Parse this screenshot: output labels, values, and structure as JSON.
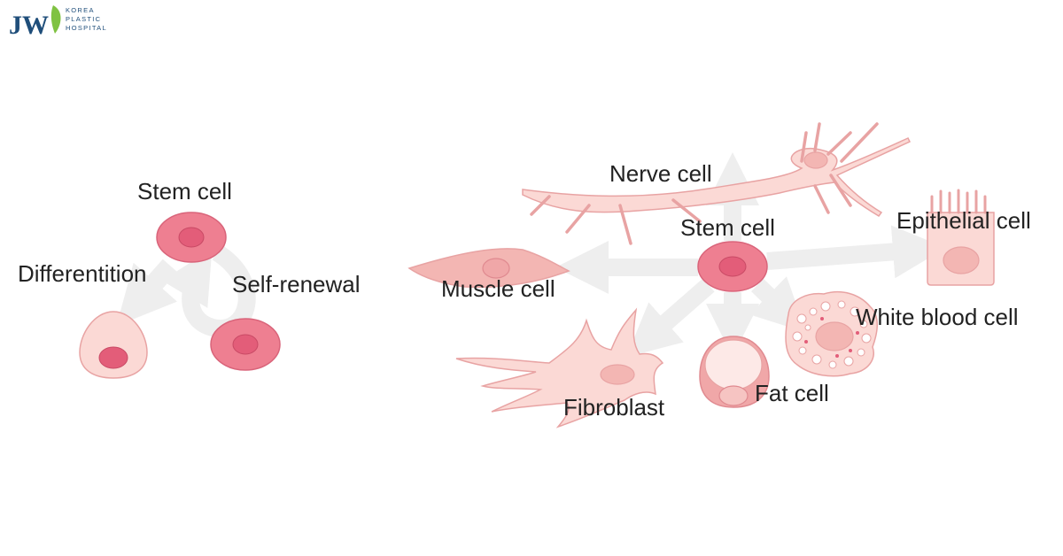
{
  "logo": {
    "mark": "JW",
    "lines": [
      "KOREA",
      "PLASTIC",
      "HOSPITAL"
    ],
    "color": "#1f4e7a",
    "leaf_color": "#7fc242"
  },
  "left_diagram": {
    "stem_cell_label": "Stem cell",
    "differentiation_label": "Differentition",
    "self_renewal_label": "Self-renewal"
  },
  "right_diagram": {
    "stem_cell_label": "Stem cell",
    "nerve_cell_label": "Nerve cell",
    "epithelial_cell_label": "Epithelial cell",
    "muscle_cell_label": "Muscle cell",
    "white_blood_cell_label": "White blood cell",
    "fibroblast_label": "Fibroblast",
    "fat_cell_label": "Fat cell"
  },
  "colors": {
    "stem_cell_fill": "#ee7f91",
    "stem_cell_nucleus": "#e35d79",
    "pale_cell_fill": "#fbd9d5",
    "pale_cell_stroke": "#e8a3a3",
    "arrow": "#eeeeee"
  }
}
